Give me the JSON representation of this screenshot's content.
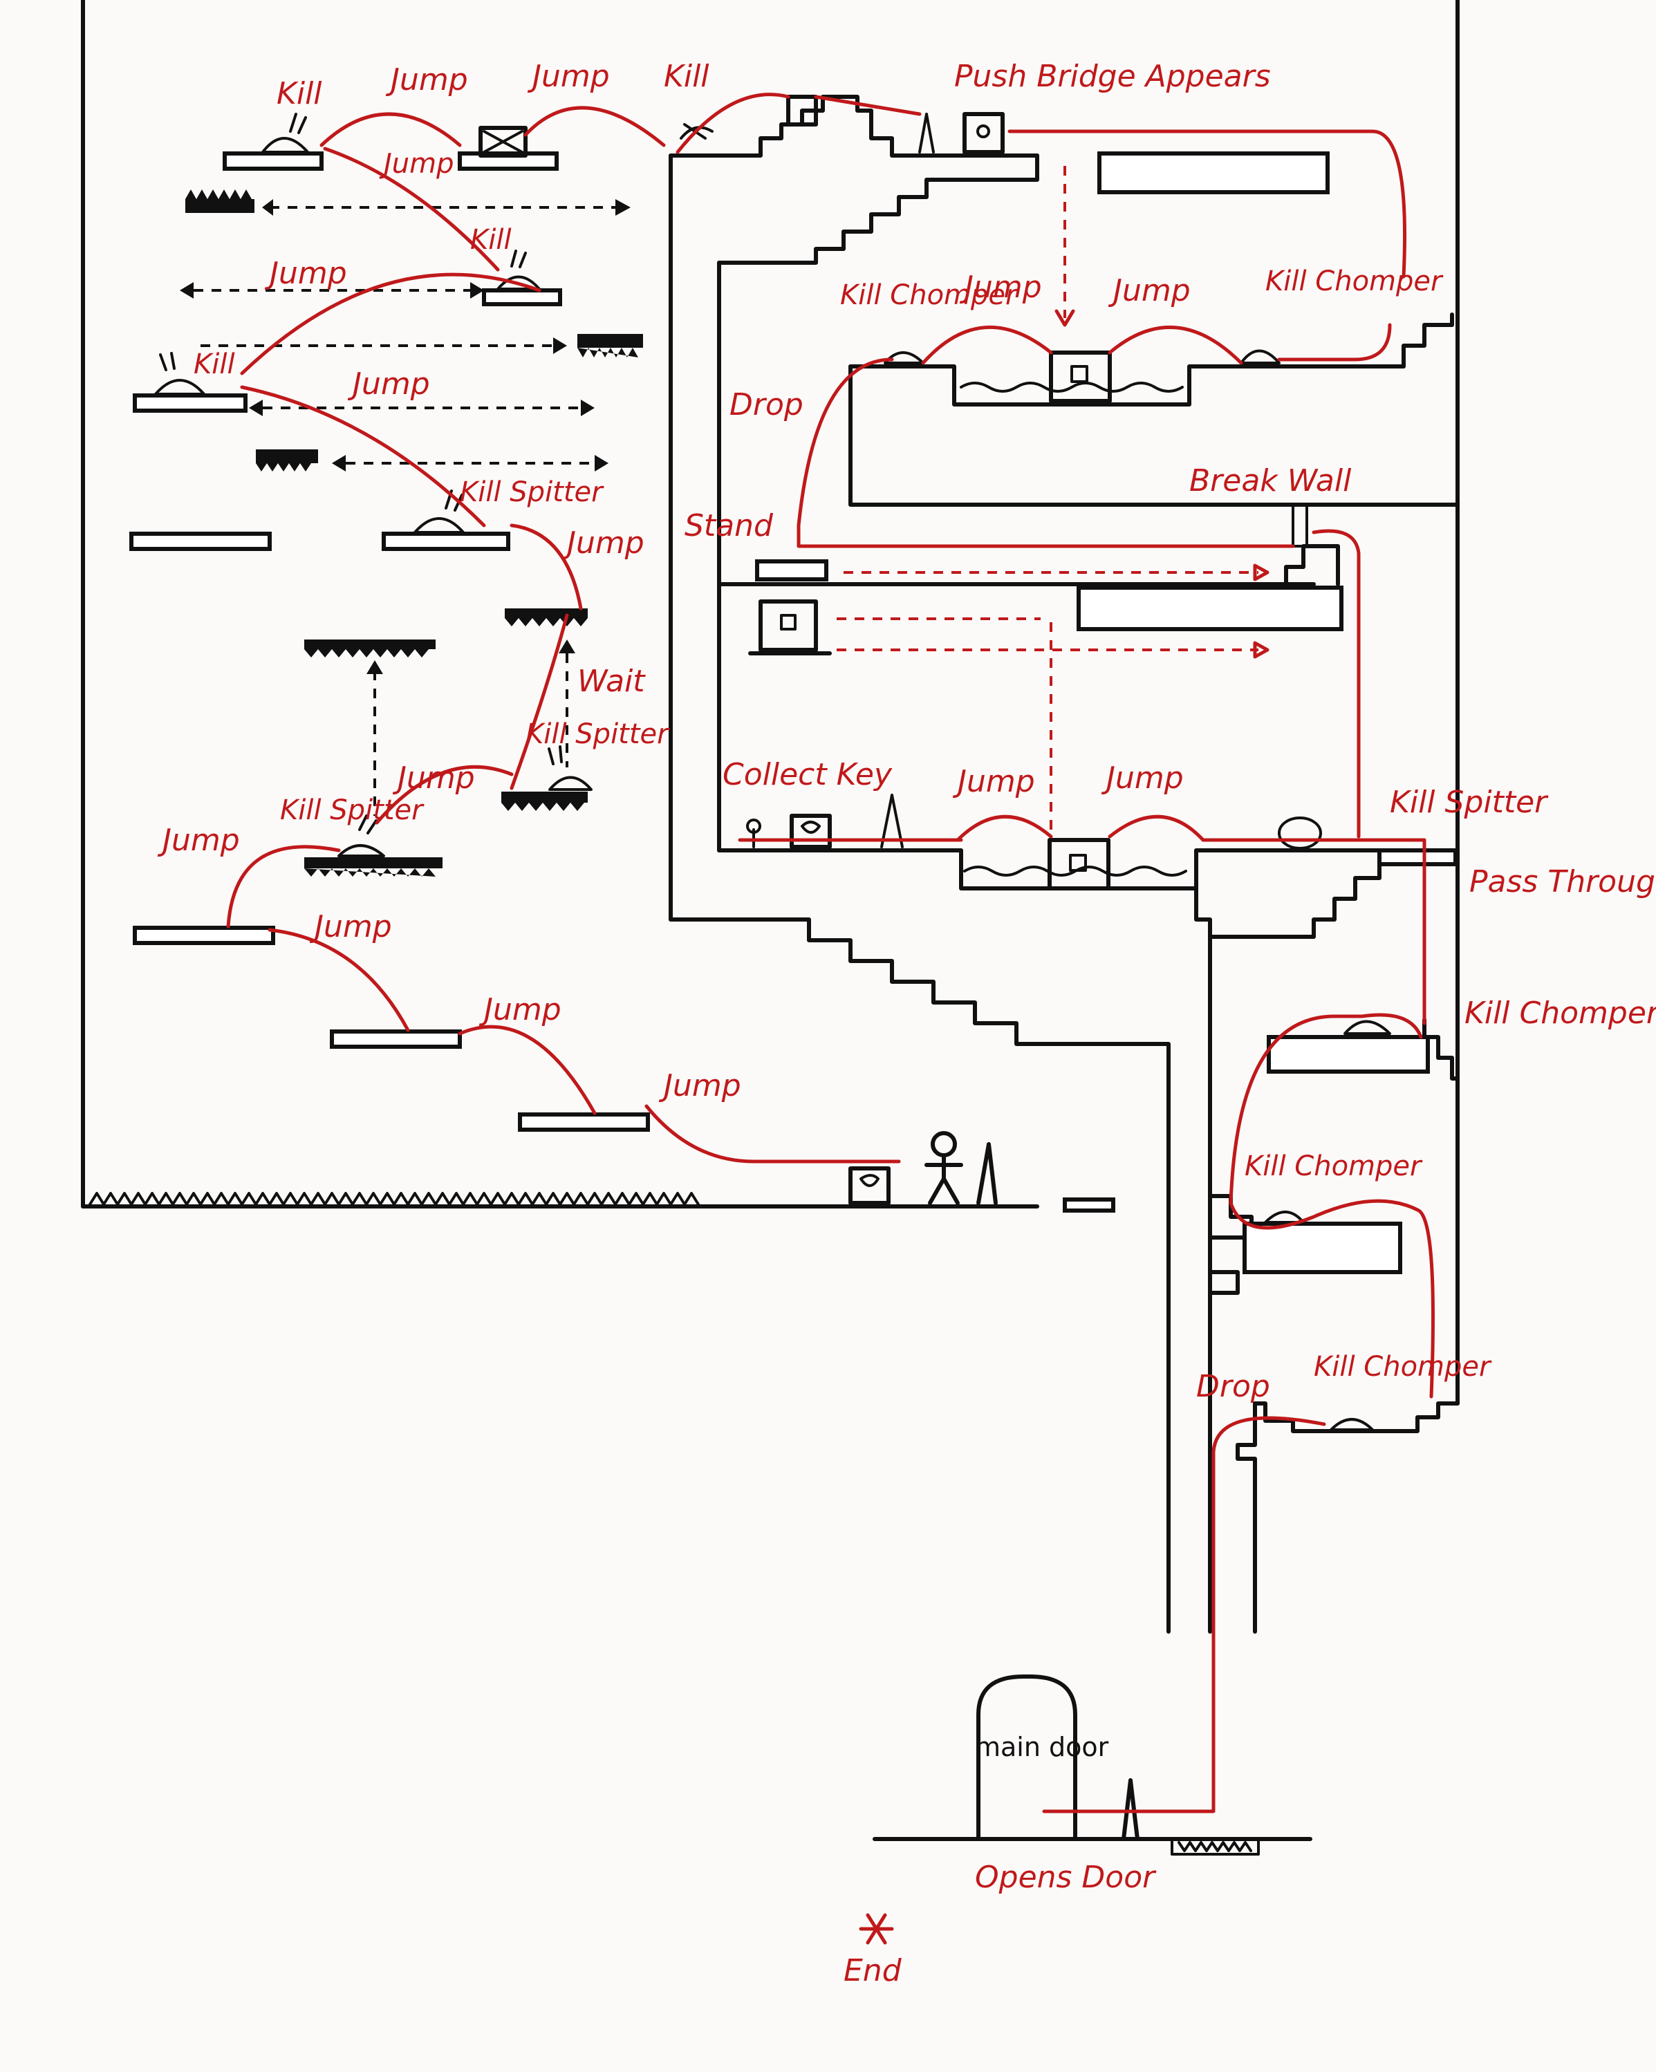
{
  "diagram": {
    "labels": {
      "kill_1": "Kill",
      "jump_1": "Jump",
      "jump_2": "Jump",
      "kill_2": "Kill",
      "push_bridge": "Push Bridge Appears",
      "jump_3": "Jump",
      "kill_3": "Kill",
      "jump_4": "Jump",
      "kill_4": "Kill",
      "jump_5": "Jump",
      "kill_spitter_1": "Kill Spitter",
      "jump_6": "Jump",
      "wait": "Wait",
      "kill_spitter_2": "Kill Spitter",
      "jump_7": "Jump",
      "kill_spitter_3": "Kill Spitter",
      "jump_8": "Jump",
      "jump_9": "Jump",
      "jump_10": "Jump",
      "jump_11": "Jump",
      "kill_chomper_1": "Kill Chomper",
      "jump_12": "Jump",
      "jump_13": "Jump",
      "kill_chomper_2": "Kill Chomper",
      "drop_1": "Drop",
      "break_wall": "Break Wall",
      "stand": "Stand",
      "collect_key": "Collect Key",
      "jump_14": "Jump",
      "jump_15": "Jump",
      "kill_spitter_4": "Kill Spitter",
      "pass_through": "Pass Through",
      "kill_chomper_3": "Kill Chomper",
      "kill_chomper_4": "Kill Chomper",
      "drop_2": "Drop",
      "kill_chomper_5": "Kill Chomper",
      "main_door": "main door",
      "opens_door": "Opens Door",
      "end": "End"
    },
    "colors": {
      "ink": "#111111",
      "path": "#c0191b",
      "paper": "#fbfaf8"
    }
  }
}
